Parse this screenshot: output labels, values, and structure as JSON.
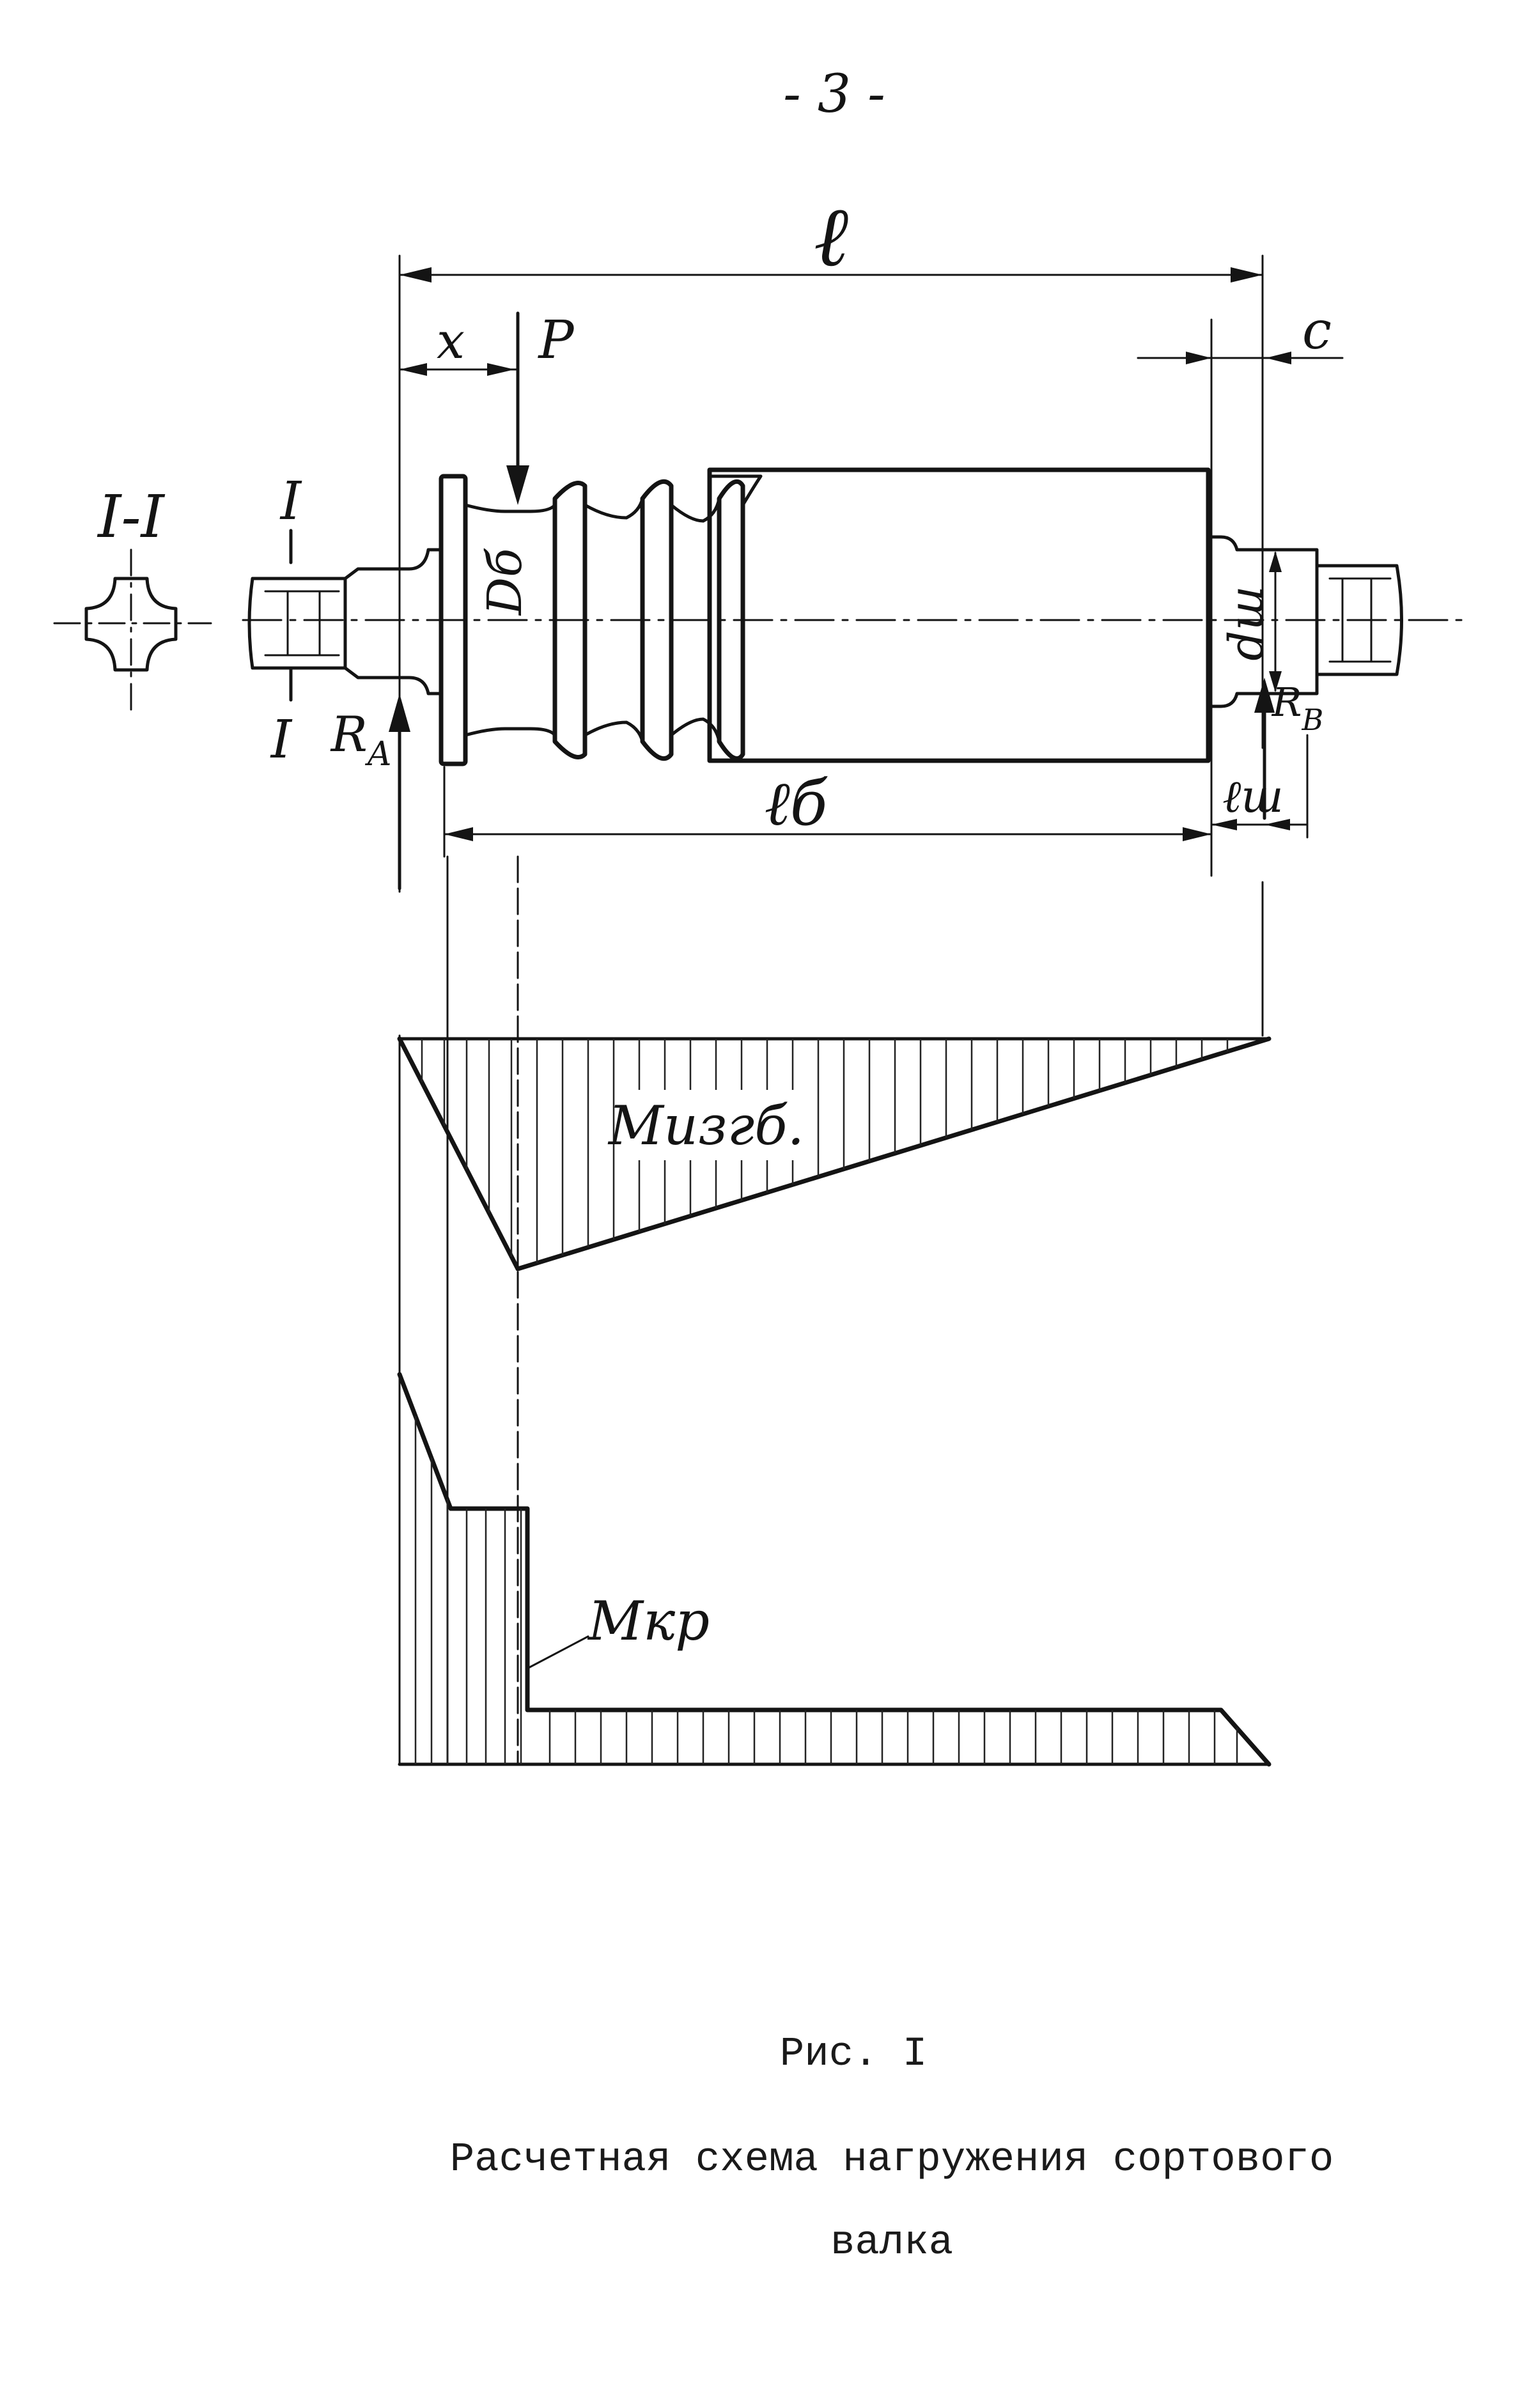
{
  "page_number": "- 3 -",
  "labels": {
    "length_total": "ℓ",
    "x": "x",
    "force": "P",
    "c": "c",
    "section": "I-I",
    "section_mark_top": "I",
    "section_mark_bottom": "I",
    "reaction_a": "R",
    "reaction_a_sub": "A",
    "reaction_b": "R",
    "reaction_b_sub": "B",
    "barrel_diameter": "Dб",
    "neck_diameter": "dш",
    "barrel_length": "ℓб",
    "neck_length": "ℓш",
    "bending_moment": "Mизгб.",
    "torque": "Mкр"
  },
  "caption": {
    "figure": "Рис. I",
    "line1": "Расчетная схема нагружения сортового",
    "line2": "валка"
  },
  "colors": {
    "ink": "#141414",
    "paper": "#ffffff"
  }
}
